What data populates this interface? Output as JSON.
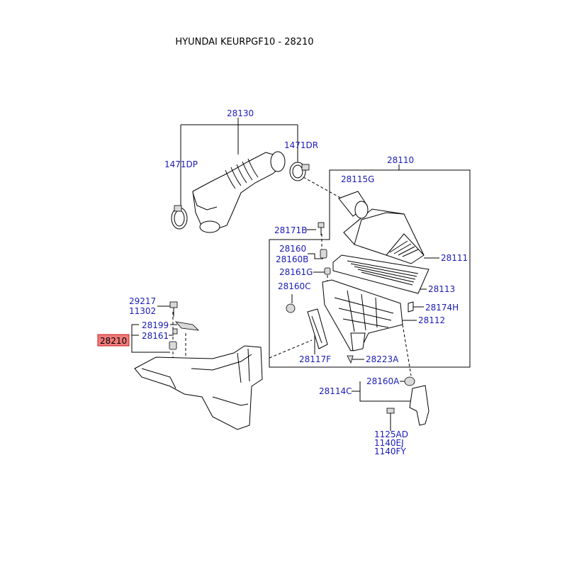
{
  "title": "HYUNDAI KEURPGF10 - 28210",
  "highlight_color": "#f07a7a",
  "label_color": "#1a1ab8",
  "parts": {
    "p28130": "28130",
    "p1471DP": "1471DP",
    "p1471DR": "1471DR",
    "p28110": "28110",
    "p28115G": "28115G",
    "p28171B": "28171B",
    "p28160": "28160",
    "p28160B": "28160B",
    "p28111": "28111",
    "p28161G": "28161G",
    "p28160C": "28160C",
    "p28113": "28113",
    "p29217": "29217",
    "p11302": "11302",
    "p28174H": "28174H",
    "p28112": "28112",
    "p28199": "28199",
    "p28210": "28210",
    "p28161": "28161",
    "p28117F": "28117F",
    "p28223A": "28223A",
    "p28160A": "28160A",
    "p28114C": "28114C",
    "p1125AD": "1125AD",
    "p1140EJ": "1140EJ",
    "p1140FY": "1140FY"
  }
}
